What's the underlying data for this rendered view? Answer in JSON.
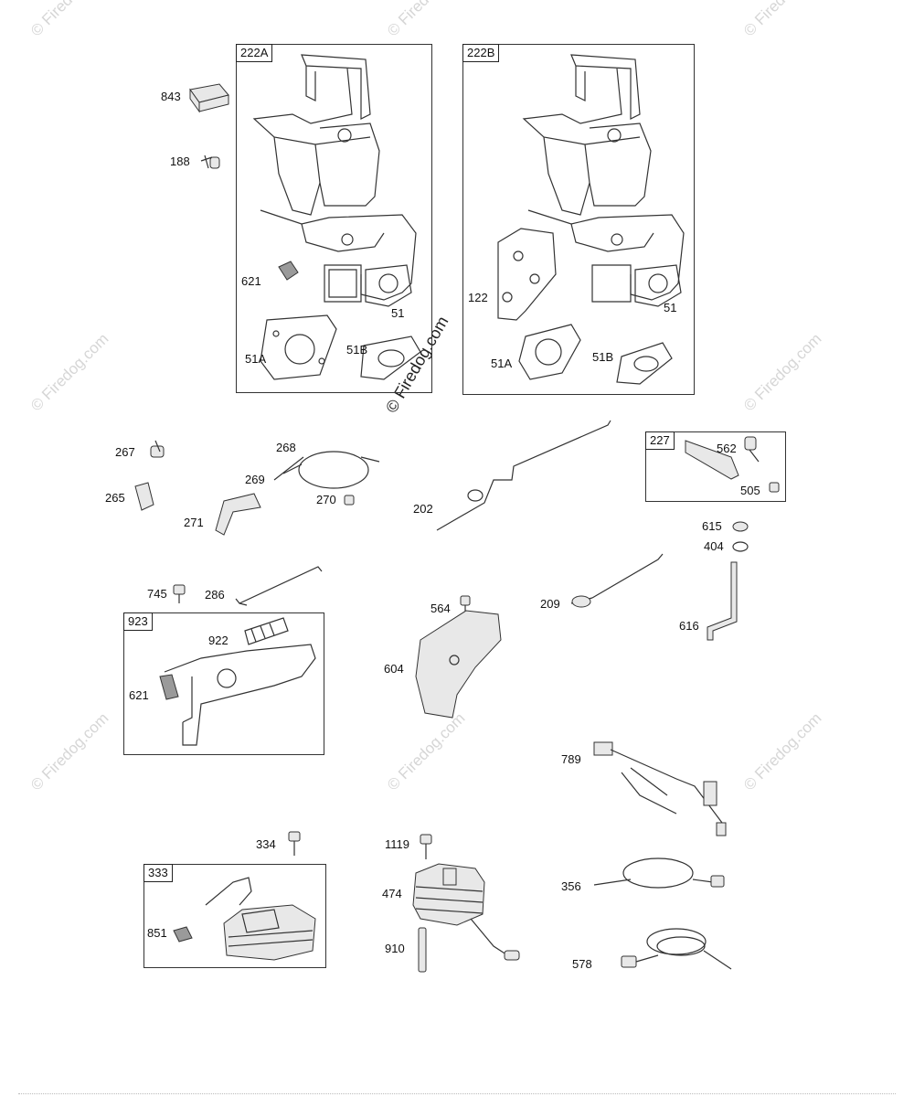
{
  "watermark": {
    "text": "© Firedog.com",
    "center_text": "© Firedog.com"
  },
  "groups": [
    {
      "id": "222A",
      "label": "222A"
    },
    {
      "id": "222B",
      "label": "222B"
    },
    {
      "id": "227",
      "label": "227"
    },
    {
      "id": "923",
      "label": "923"
    },
    {
      "id": "333",
      "label": "333"
    }
  ],
  "parts": [
    {
      "id": "843",
      "label": "843"
    },
    {
      "id": "188",
      "label": "188"
    },
    {
      "id": "621a",
      "label": "621"
    },
    {
      "id": "51a",
      "label": "51"
    },
    {
      "id": "51Aa",
      "label": "51A"
    },
    {
      "id": "51Ba",
      "label": "51B"
    },
    {
      "id": "122",
      "label": "122"
    },
    {
      "id": "51b",
      "label": "51"
    },
    {
      "id": "51Ab",
      "label": "51A"
    },
    {
      "id": "51Bb",
      "label": "51B"
    },
    {
      "id": "267",
      "label": "267"
    },
    {
      "id": "268",
      "label": "268"
    },
    {
      "id": "269",
      "label": "269"
    },
    {
      "id": "265",
      "label": "265"
    },
    {
      "id": "270",
      "label": "270"
    },
    {
      "id": "271",
      "label": "271"
    },
    {
      "id": "202",
      "label": "202"
    },
    {
      "id": "562",
      "label": "562"
    },
    {
      "id": "505",
      "label": "505"
    },
    {
      "id": "615",
      "label": "615"
    },
    {
      "id": "404",
      "label": "404"
    },
    {
      "id": "745",
      "label": "745"
    },
    {
      "id": "286",
      "label": "286"
    },
    {
      "id": "564",
      "label": "564"
    },
    {
      "id": "209",
      "label": "209"
    },
    {
      "id": "616",
      "label": "616"
    },
    {
      "id": "922",
      "label": "922"
    },
    {
      "id": "621b",
      "label": "621"
    },
    {
      "id": "604",
      "label": "604"
    },
    {
      "id": "789",
      "label": "789"
    },
    {
      "id": "334",
      "label": "334"
    },
    {
      "id": "1119",
      "label": "1119"
    },
    {
      "id": "474",
      "label": "474"
    },
    {
      "id": "356",
      "label": "356"
    },
    {
      "id": "851",
      "label": "851"
    },
    {
      "id": "910",
      "label": "910"
    },
    {
      "id": "578",
      "label": "578"
    }
  ]
}
